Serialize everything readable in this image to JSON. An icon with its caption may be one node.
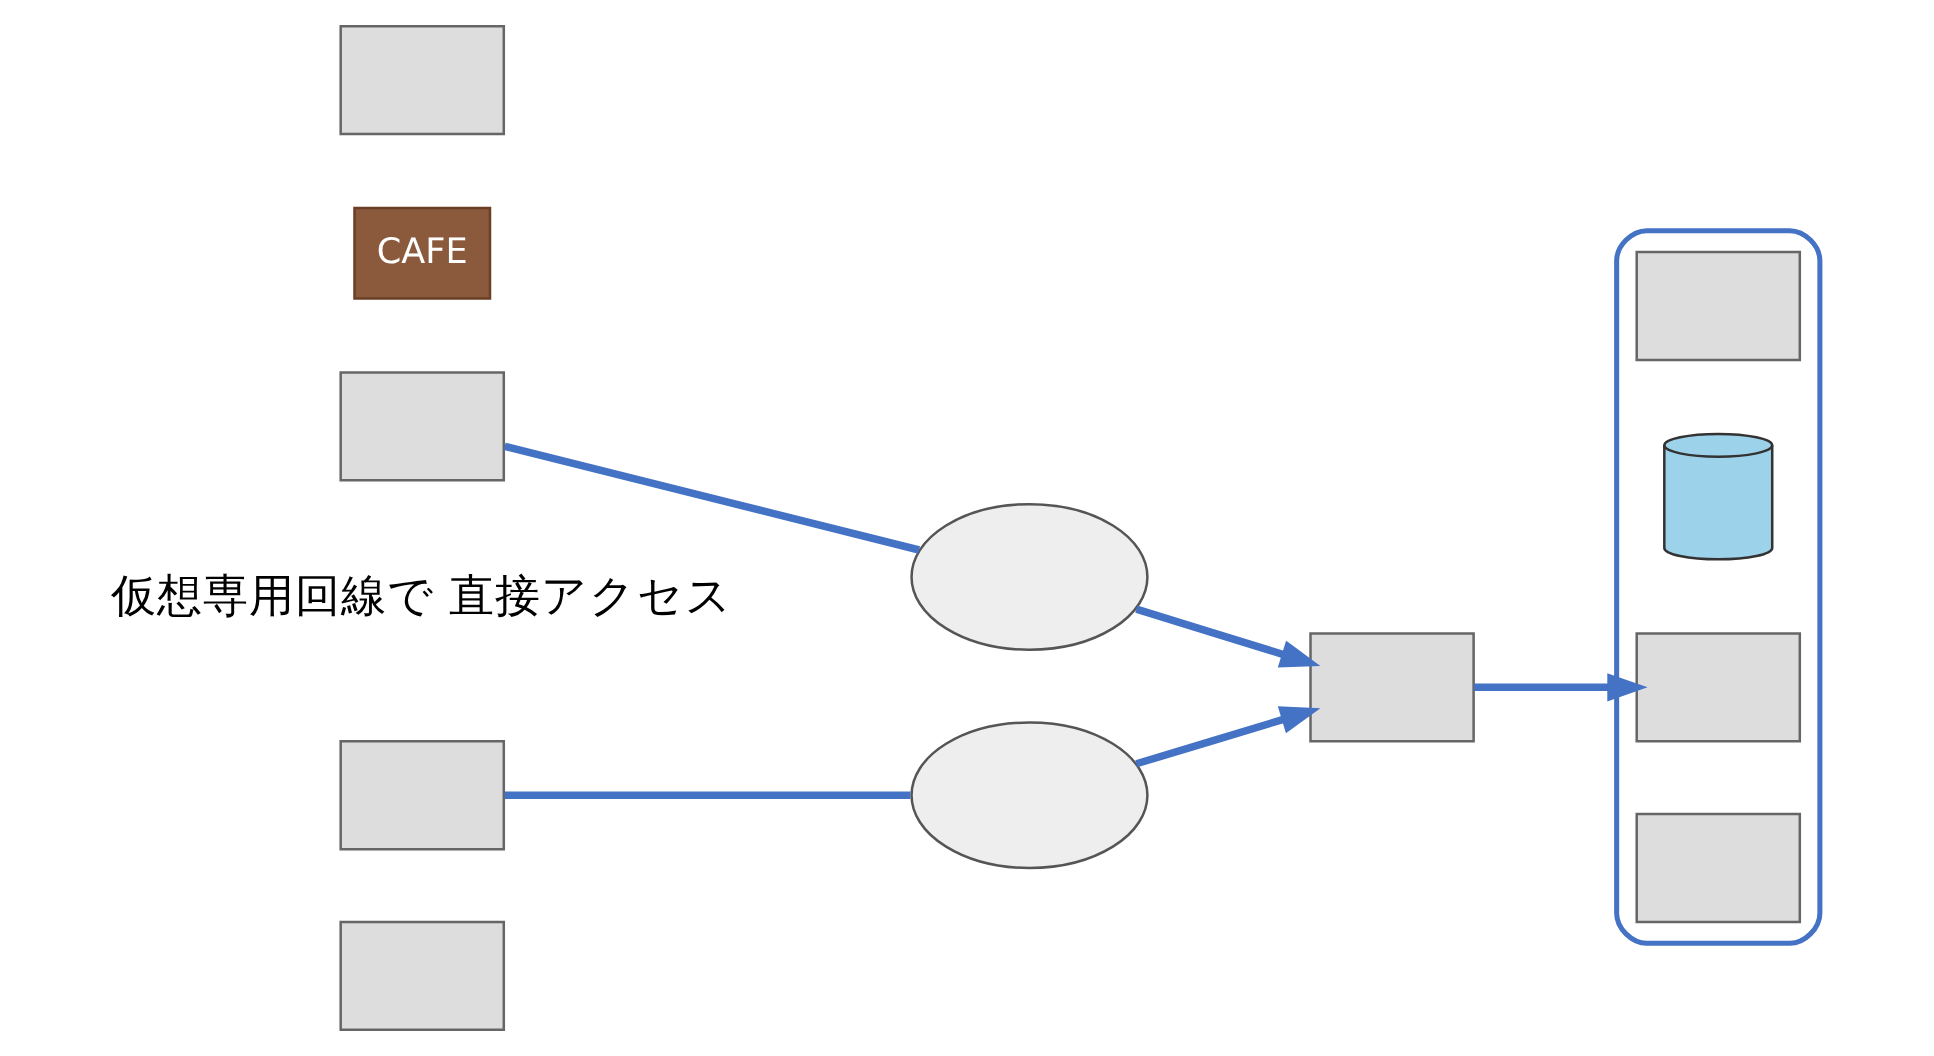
{
  "diagram": {
    "nodes": [
      {
        "text": [],
        "shape": "box"
      },
      {
        "text": [],
        "shape": "box"
      },
      {
        "text": [
          "CAFE"
        ]
      },
      {
        "text": [],
        "shape": "box"
      },
      {
        "text": [],
        "shape": "cloud"
      },
      {
        "text": [],
        "shape": "cloud"
      },
      {
        "text": [],
        "shape": "box"
      },
      {
        "text": [],
        "shape": "box"
      },
      {
        "text": [],
        "shape": "box"
      },
      {
        "text": [],
        "shape": "box",
        "in": 7
      },
      {
        "text": [],
        "shape": "cylinder",
        "in": 7
      },
      {
        "text": [],
        "shape": "box",
        "in": 7
      },
      {
        "text": [],
        "shape": "box",
        "in": 7
      }
    ],
    "edges": [
      {
        "from": 1,
        "to": 4,
        "arrow": "none"
      },
      {
        "from": 4,
        "to": 6,
        "arrow": "to"
      },
      {
        "from": 3,
        "to": 5,
        "arrow": "none"
      },
      {
        "from": 5,
        "to": 6,
        "arrow": "to"
      },
      {
        "from": 6,
        "to": 11,
        "arrow": "to"
      }
    ],
    "labels": [
      "仮想専用回線で 直接アクセス"
    ]
  }
}
